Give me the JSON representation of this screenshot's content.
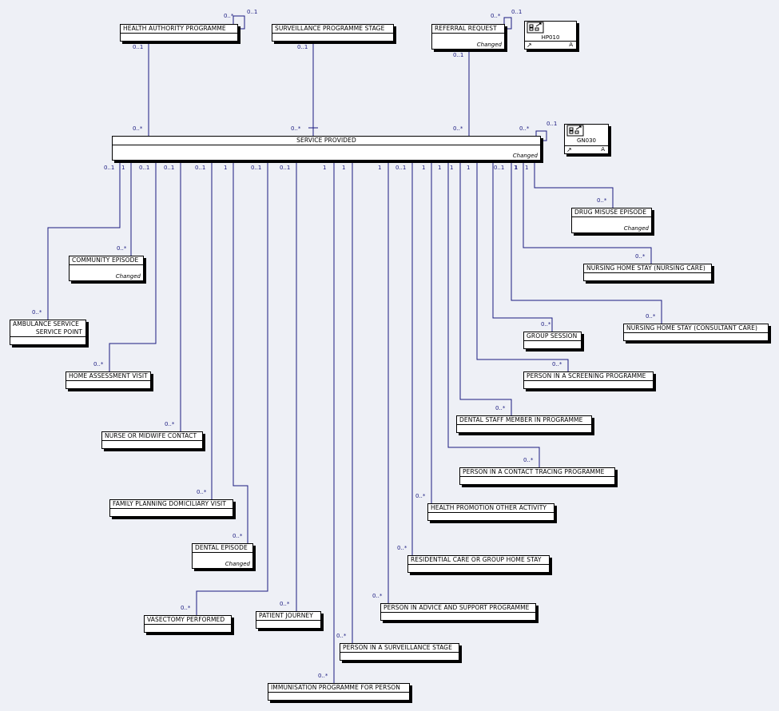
{
  "entities": [
    {
      "id": "hap",
      "lines": [
        "HEALTH AUTHORITY PROGRAMME"
      ],
      "align": "l"
    },
    {
      "id": "sps",
      "lines": [
        "SURVEILLANCE PROGRAMME STAGE"
      ],
      "align": "l"
    },
    {
      "id": "rr",
      "lines": [
        "REFERRAL REQUEST"
      ],
      "align": "l",
      "status": "Changed"
    },
    {
      "id": "sp",
      "lines": [
        "SERVICE PROVIDED"
      ],
      "align": "c",
      "status": "Changed"
    },
    {
      "id": "ce",
      "lines": [
        "COMMUNITY EPISODE"
      ],
      "align": "l",
      "status": "Changed"
    },
    {
      "id": "ass",
      "lines": [
        "AMBULANCE SERVICE",
        "SERVICE POINT"
      ],
      "align": "c"
    },
    {
      "id": "hav",
      "lines": [
        "HOME ASSESSMENT VISIT"
      ],
      "align": "l"
    },
    {
      "id": "nmc",
      "lines": [
        "NURSE OR MIDWIFE CONTACT"
      ],
      "align": "l"
    },
    {
      "id": "fpd",
      "lines": [
        "FAMILY PLANNING DOMICILIARY VISIT"
      ],
      "align": "l"
    },
    {
      "id": "de",
      "lines": [
        "DENTAL EPISODE"
      ],
      "align": "l",
      "status": "Changed"
    },
    {
      "id": "vp",
      "lines": [
        "VASECTOMY PERFORMED"
      ],
      "align": "l"
    },
    {
      "id": "pj",
      "lines": [
        "PATIENT JOURNEY"
      ],
      "align": "l"
    },
    {
      "id": "ipp",
      "lines": [
        "IMMUNISATION PROGRAMME FOR PERSON"
      ],
      "align": "l"
    },
    {
      "id": "pss",
      "lines": [
        "PERSON IN A SURVEILLANCE STAGE"
      ],
      "align": "l"
    },
    {
      "id": "pasp",
      "lines": [
        "PERSON IN ADVICE AND SUPPORT PROGRAMME"
      ],
      "align": "l"
    },
    {
      "id": "rcg",
      "lines": [
        "RESIDENTIAL CARE OR GROUP HOME STAY"
      ],
      "align": "l"
    },
    {
      "id": "hpo",
      "lines": [
        "HEALTH PROMOTION OTHER ACTIVITY"
      ],
      "align": "l"
    },
    {
      "id": "pctp",
      "lines": [
        "PERSON IN A CONTACT TRACING PROGRAMME"
      ],
      "align": "l"
    },
    {
      "id": "dsm",
      "lines": [
        "DENTAL STAFF MEMBER IN PROGRAMME"
      ],
      "align": "l"
    },
    {
      "id": "psp",
      "lines": [
        "PERSON IN A SCREENING PROGRAMME"
      ],
      "align": "l"
    },
    {
      "id": "gs",
      "lines": [
        "GROUP SESSION"
      ],
      "align": "l"
    },
    {
      "id": "nhsc",
      "lines": [
        "NURSING HOME STAY (CONSULTANT CARE)"
      ],
      "align": "l"
    },
    {
      "id": "nhsn",
      "lines": [
        "NURSING HOME STAY (NURSING CARE)"
      ],
      "align": "l"
    },
    {
      "id": "dme",
      "lines": [
        "DRUG MISUSE EPISODE"
      ],
      "align": "l",
      "status": "Changed"
    }
  ],
  "references": [
    {
      "id": "hp010",
      "code": "HP010",
      "letter": "A",
      "icon": "package-reference-icon"
    },
    {
      "id": "gn030",
      "code": "GN030",
      "letter": "A",
      "icon": "package-reference-icon"
    }
  ],
  "multiplicities": {
    "one": "1",
    "zero_one": "0..1",
    "zero_many": "0..*"
  },
  "colors": {
    "background": "#eef0f6",
    "line": "#1a1a80",
    "box_border": "#000000",
    "box_fill": "#ffffff"
  }
}
